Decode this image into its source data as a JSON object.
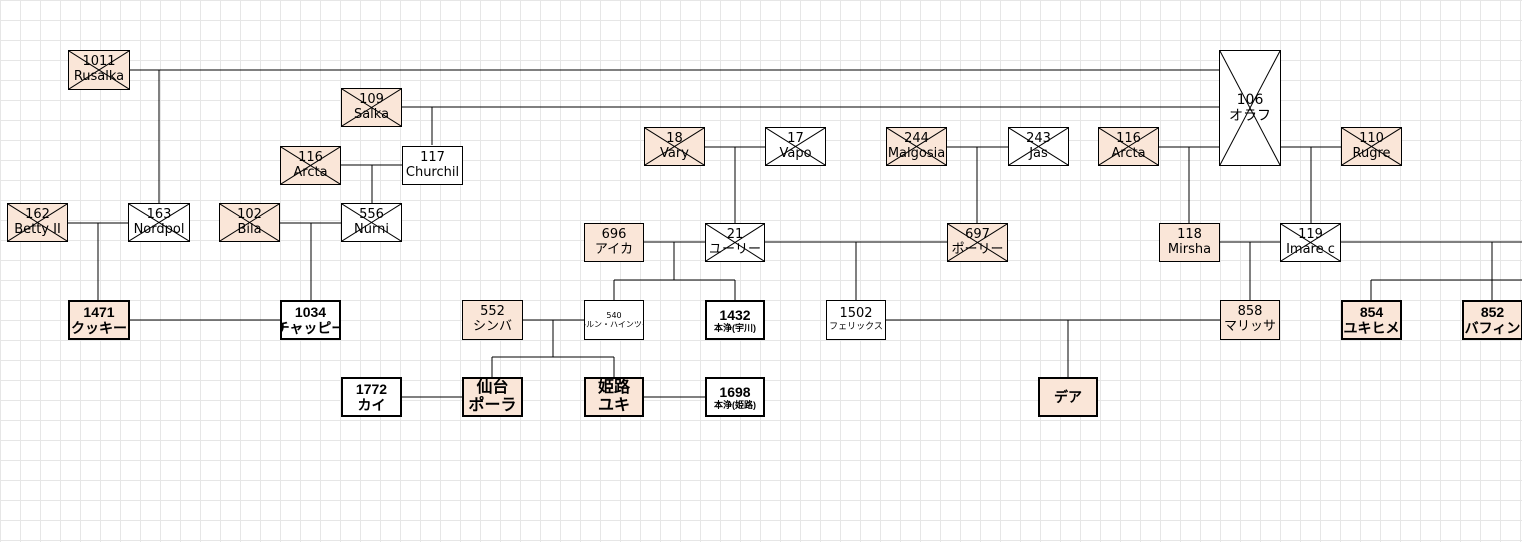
{
  "nodes": {
    "n1011": {
      "id": "1011",
      "name": "Rusalka"
    },
    "n109": {
      "id": "109",
      "name": "Salka"
    },
    "n106": {
      "id": "106",
      "name": "オラフ"
    },
    "n116a": {
      "id": "116",
      "name": "Arcta"
    },
    "n117": {
      "id": "117",
      "name": "Churchil"
    },
    "n162": {
      "id": "162",
      "name": "Betty II"
    },
    "n163": {
      "id": "163",
      "name": "Nordpol"
    },
    "n102": {
      "id": "102",
      "name": "Bila"
    },
    "n556": {
      "id": "556",
      "name": "Nurni"
    },
    "n1471": {
      "id": "1471",
      "name": "クッキー"
    },
    "n1034": {
      "id": "1034",
      "name": "チャッピー"
    },
    "n18": {
      "id": "18",
      "name": "Vary"
    },
    "n17": {
      "id": "17",
      "name": "Vapo"
    },
    "n244": {
      "id": "244",
      "name": "Malgosia"
    },
    "n243": {
      "id": "243",
      "name": "Jas"
    },
    "n116b": {
      "id": "116",
      "name": "Arcta"
    },
    "n110": {
      "id": "110",
      "name": "Rugre"
    },
    "n696": {
      "id": "696",
      "name": "アイカ"
    },
    "n21": {
      "id": "21",
      "name": "ユーリー"
    },
    "n697": {
      "id": "697",
      "name": "ポーリー"
    },
    "n118": {
      "id": "118",
      "name": "Mirsha"
    },
    "n119": {
      "id": "119",
      "name": "Imare c"
    },
    "n552": {
      "id": "552",
      "name": "シンバ"
    },
    "n540": {
      "id": "540",
      "name": "ピルルン・ハインツイチ"
    },
    "n1432": {
      "id": "1432",
      "name": "本浄(宇川)"
    },
    "n1502": {
      "id": "1502",
      "name": "フェリックス"
    },
    "n858": {
      "id": "858",
      "name": "マリッサ"
    },
    "n854": {
      "id": "854",
      "name": "ユキヒメ"
    },
    "n852": {
      "id": "852",
      "name": "バフィン"
    },
    "n1772": {
      "id": "1772",
      "name": "カイ"
    },
    "nsendai": {
      "id": "仙台",
      "name": "ポーラ"
    },
    "nhimeji": {
      "id": "姫路",
      "name": "ユキ"
    },
    "n1698": {
      "id": "1698",
      "name": "本浄(姫路)"
    },
    "nde": {
      "id": "",
      "name": "デア"
    }
  }
}
